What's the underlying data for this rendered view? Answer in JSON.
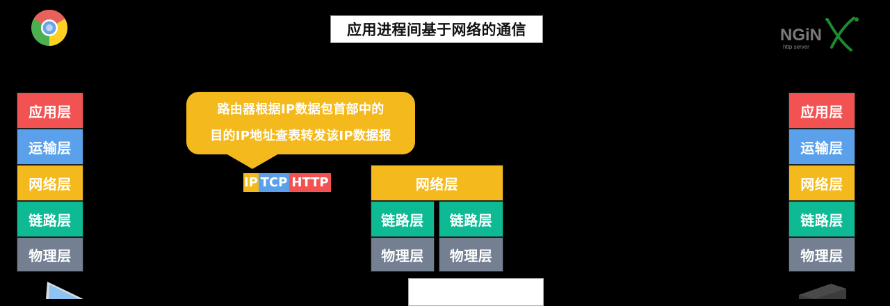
{
  "title": "应用进程间基于网络的通信",
  "colors": {
    "application": "#f25352",
    "transport": "#5aa0eb",
    "network": "#f4b91c",
    "link": "#0dba93",
    "physical": "#748092",
    "background": "#000000"
  },
  "icons": {
    "left_top": "chrome-browser-icon",
    "right_top": "nginx-http-server-logo",
    "left_bottom": "laptop-icon",
    "right_bottom": "server-icon"
  },
  "nginx_logo": {
    "text": "NGiNX",
    "subtitle": "http server"
  },
  "client_stack": {
    "layers": [
      "应用层",
      "运输层",
      "网络层",
      "链路层",
      "物理层"
    ]
  },
  "server_stack": {
    "layers": [
      "应用层",
      "运输层",
      "网络层",
      "链路层",
      "物理层"
    ]
  },
  "router_stack": {
    "network": "网络层",
    "link": [
      "链路层",
      "链路层"
    ],
    "physical": [
      "物理层",
      "物理层"
    ]
  },
  "callout": {
    "line1": "路由器根据IP数据包首部中的",
    "line2": "目的IP地址查表转发该IP数据报"
  },
  "packet": {
    "segments": [
      "IP",
      "TCP",
      "HTTP"
    ]
  }
}
